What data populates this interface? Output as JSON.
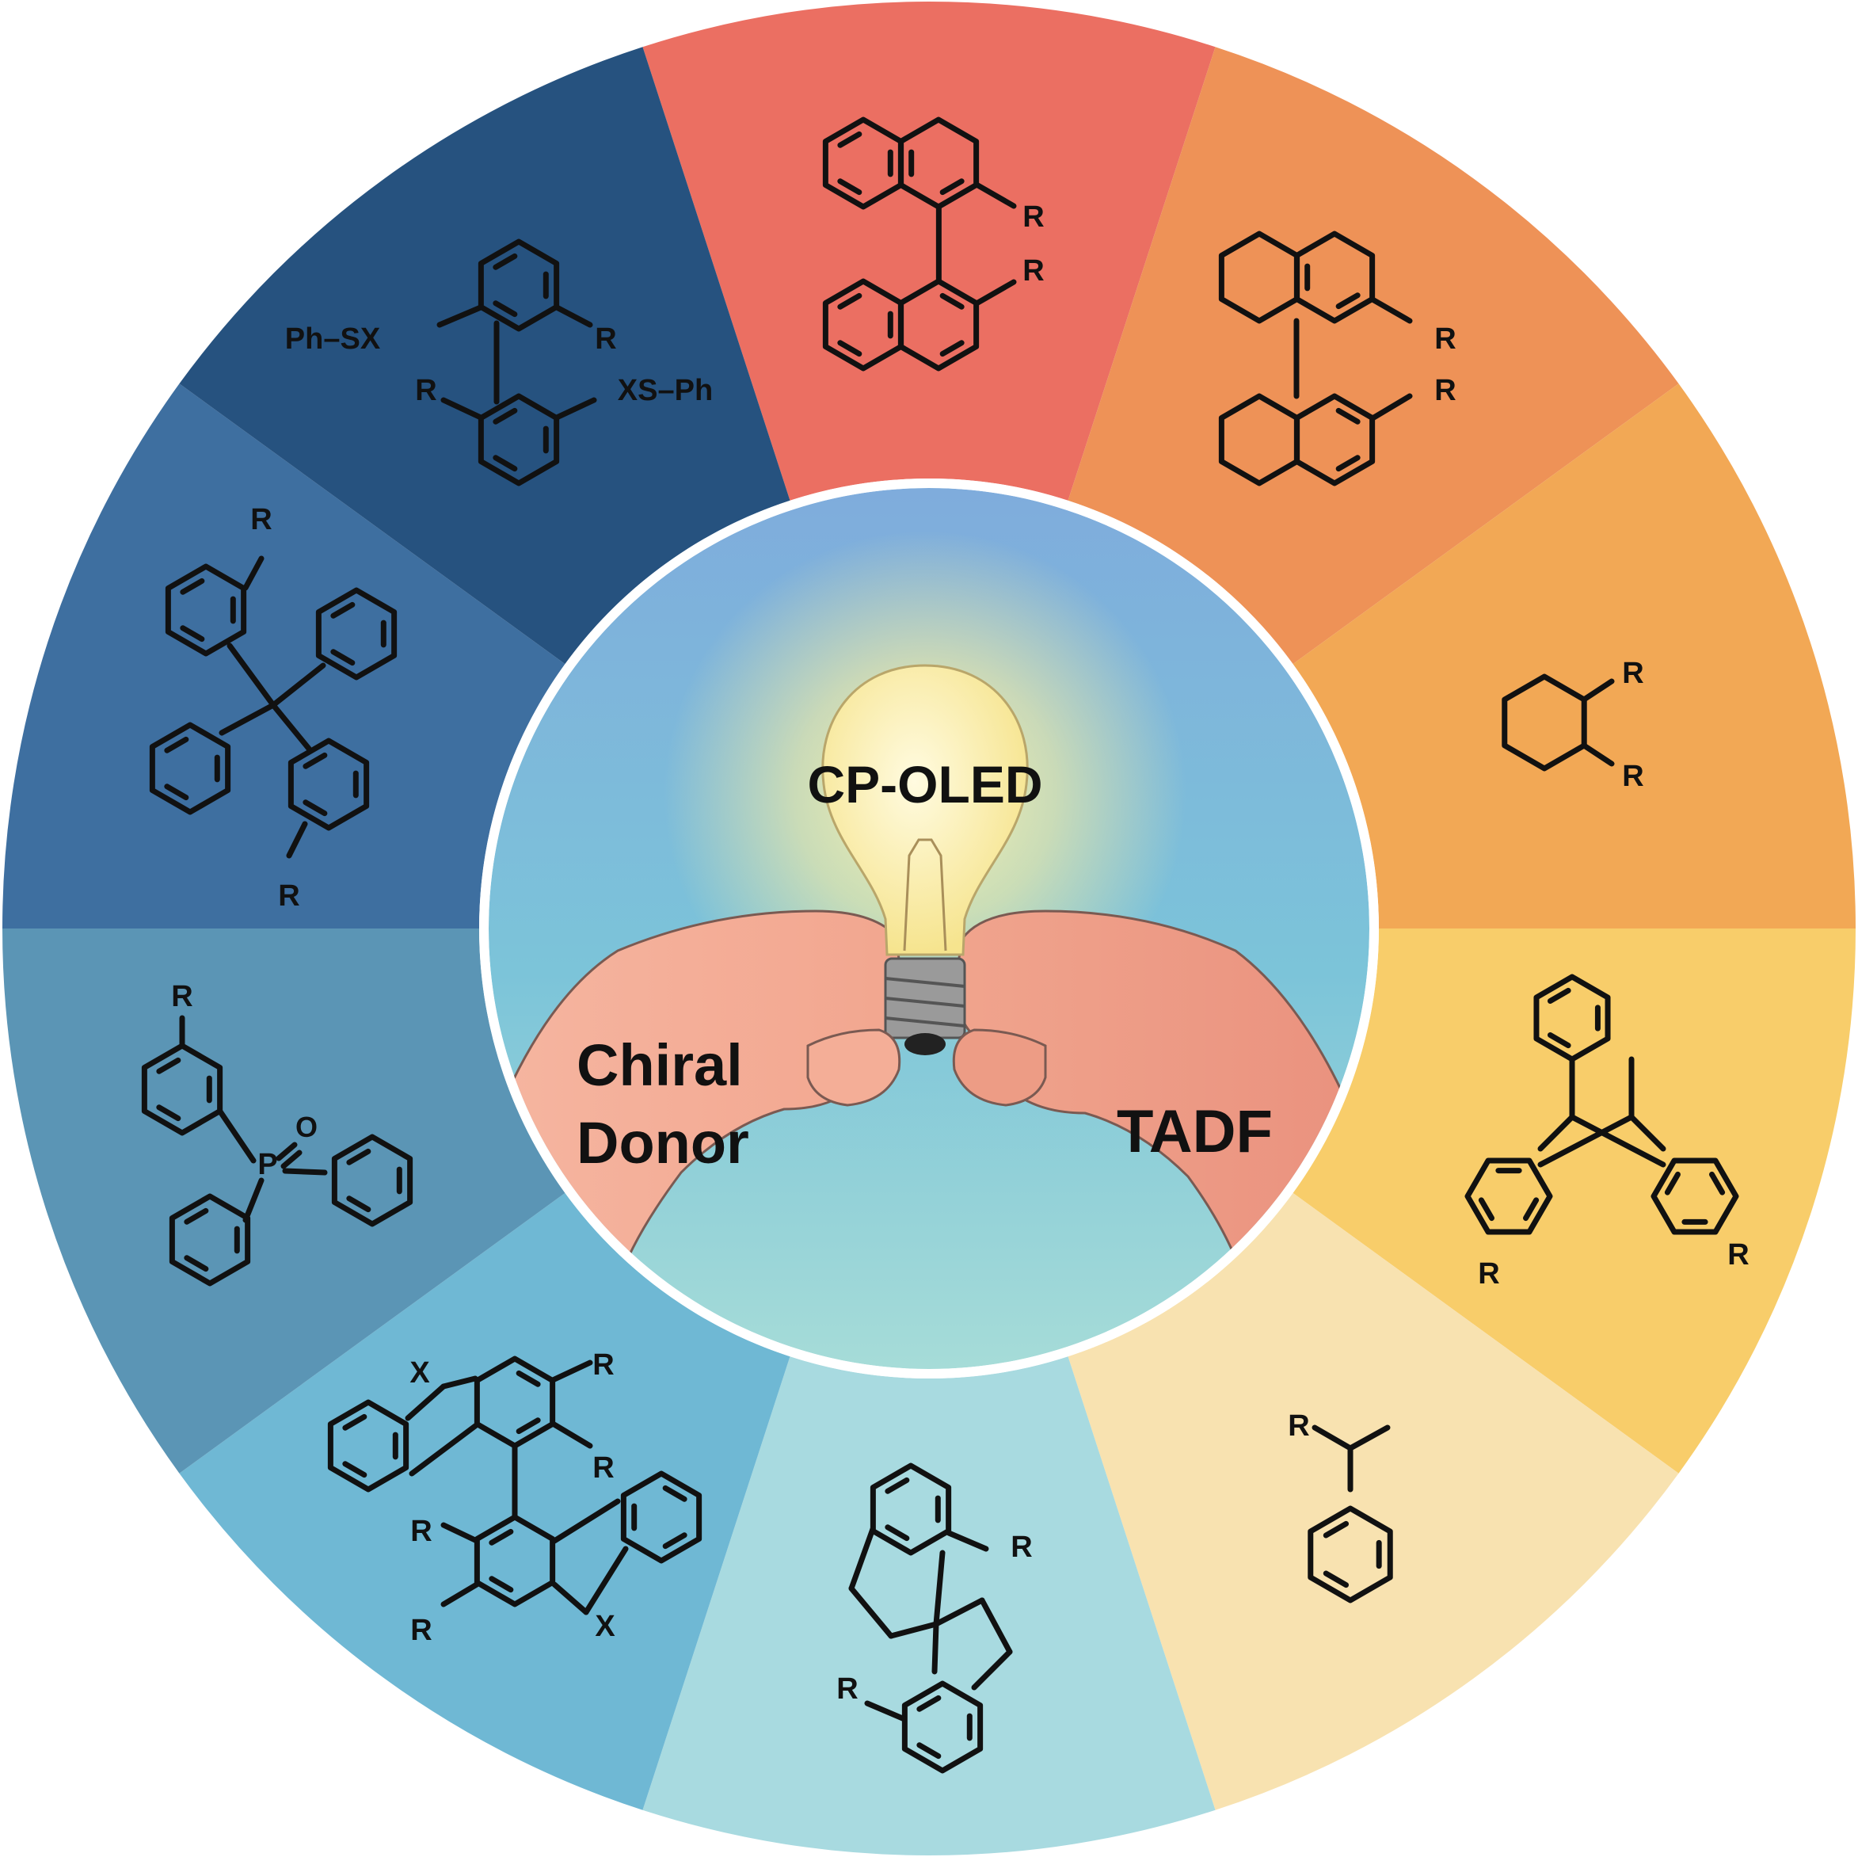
{
  "center": {
    "title": "CP-OLED",
    "left_label_line1": "Chiral",
    "left_label_line2": "Donor",
    "right_label": "TADF"
  },
  "segments": [
    {
      "name": "binaphthyl",
      "color": "#EB6F62",
      "labels": [
        "R",
        "R"
      ]
    },
    {
      "name": "octahydro-binaphthyl",
      "color": "#EE9257",
      "labels": [
        "R",
        "R"
      ]
    },
    {
      "name": "cyclohexanediyl",
      "color": "#F2A855",
      "labels": [
        "R",
        "R"
      ]
    },
    {
      "name": "triptycene",
      "color": "#F8CD6A",
      "labels": [
        "R",
        "R"
      ]
    },
    {
      "name": "phenylethyl",
      "color": "#F8E2B0",
      "labels": [
        "R"
      ]
    },
    {
      "name": "spirobiindane",
      "color": "#A8DAE0",
      "labels": [
        "R",
        "R"
      ]
    },
    {
      "name": "bi-dibenzoheterole",
      "color": "#6FB8D4",
      "labels": [
        "X",
        "R",
        "R",
        "R",
        "R",
        "X"
      ]
    },
    {
      "name": "phosphindole-oxide",
      "color": "#5B95B5",
      "labels": [
        "R",
        "P",
        "O"
      ]
    },
    {
      "name": "spirobifluorene",
      "color": "#3E6FA0",
      "labels": [
        "R",
        "R"
      ]
    },
    {
      "name": "biphenyl-thioether",
      "color": "#26527F",
      "labels": [
        "Ph",
        "SX",
        "R",
        "R",
        "XS",
        "Ph"
      ]
    }
  ]
}
